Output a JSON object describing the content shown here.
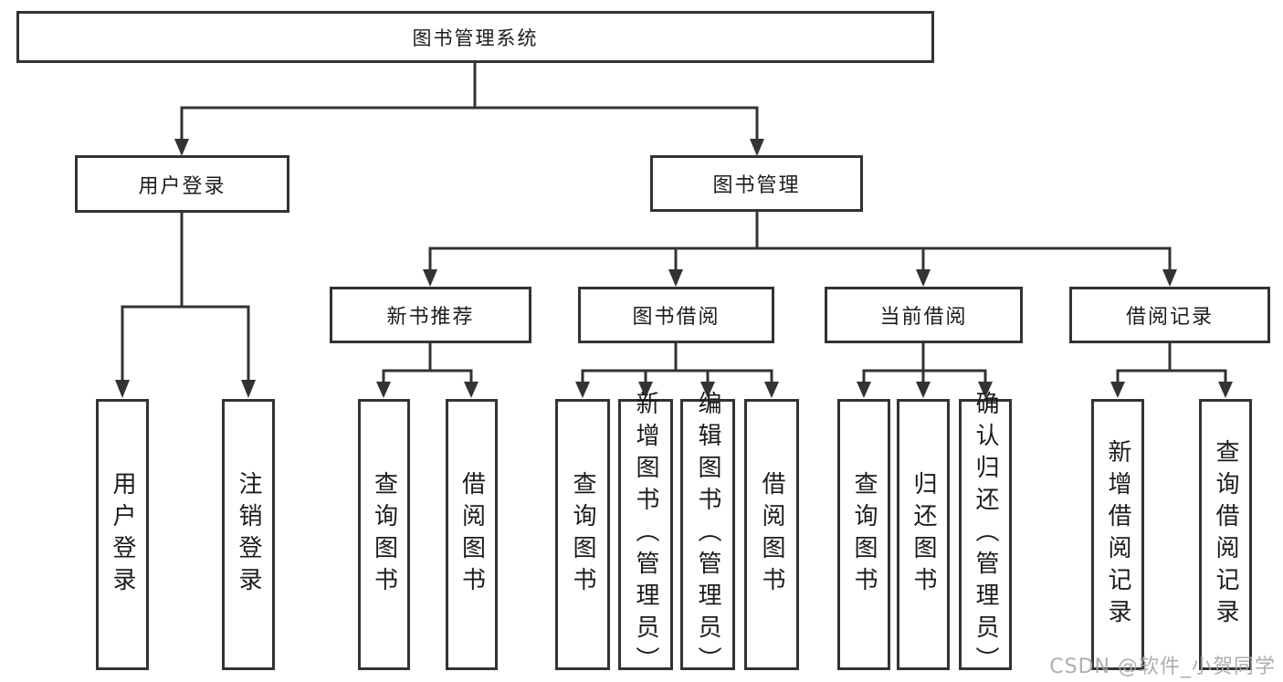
{
  "nodes": {
    "root": {
      "label": "图书管理系统"
    },
    "level2": [
      {
        "label": "用户登录"
      },
      {
        "label": "图书管理"
      }
    ],
    "level3": [
      {
        "label": "新书推荐"
      },
      {
        "label": "图书借阅"
      },
      {
        "label": "当前借阅"
      },
      {
        "label": "借阅记录"
      }
    ],
    "level4": {
      "user_login": [
        "用户登录",
        "注销登录"
      ],
      "new_books": [
        "查询图书",
        "借阅图书"
      ],
      "book_borrow": [
        "查询图书",
        "新增图书（管理员）",
        "编辑图书（管理员）",
        "借阅图书"
      ],
      "current_borrow": [
        "查询图书",
        "归还图书",
        "确认归还（管理员）"
      ],
      "borrow_records": [
        "新增借阅记录",
        "查询借阅记录"
      ]
    }
  },
  "watermark": "CSDN @软件_小贺同学",
  "colors": {
    "line": "#333333",
    "box_background": "#ffffff",
    "text": "#1c1c1c",
    "watermark": "#a5a5a5"
  }
}
